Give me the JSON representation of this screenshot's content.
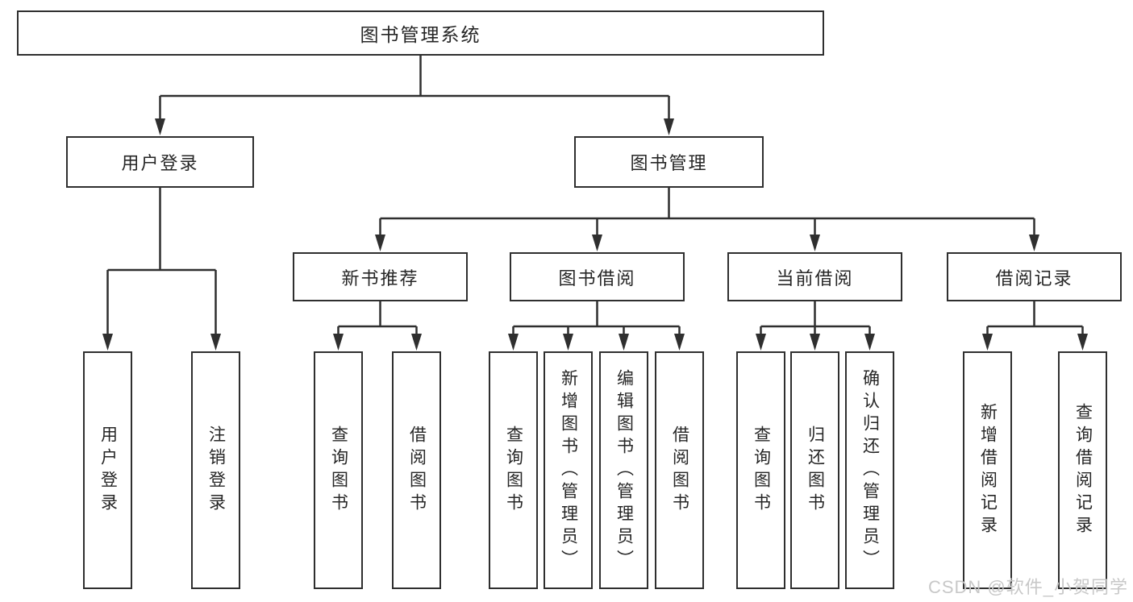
{
  "diagram": {
    "root": "图书管理系统",
    "level2": {
      "user_login": "用户登录",
      "book_mgmt": "图书管理"
    },
    "level3": {
      "new_books": "新书推荐",
      "borrow": "图书借阅",
      "current": "当前借阅",
      "records": "借阅记录"
    },
    "leaves": {
      "user_login": [
        "用户登录",
        "注销登录"
      ],
      "new_books": [
        "查询图书",
        "借阅图书"
      ],
      "borrow": [
        "查询图书",
        "新增图书（管理员）",
        "编辑图书（管理员）",
        "借阅图书"
      ],
      "current": [
        "查询图书",
        "归还图书",
        "确认归还（管理员）"
      ],
      "records": [
        "新增借阅记录",
        "查询借阅记录"
      ]
    }
  },
  "watermark": "CSDN @软件_小贺同学",
  "colors": {
    "line": "#2f2f2f",
    "box_background": "#ffffff",
    "text": "#262626",
    "watermark": "#c8c8c8",
    "page_background": "#ffffff"
  }
}
